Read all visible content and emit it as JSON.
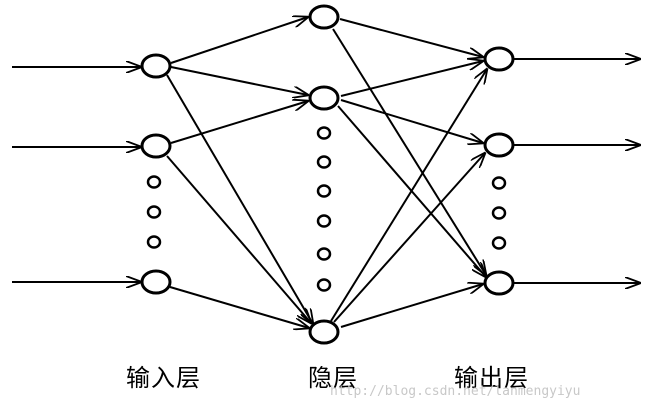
{
  "labels": {
    "input_layer": "输入层",
    "hidden_layer": "隐层",
    "output_layer": "输出层"
  },
  "watermark": "http://blog.csdn.net/lanmengyiyu",
  "colors": {
    "stroke": "#000000",
    "background": "#ffffff",
    "watermark": "#c8c8c8"
  }
}
